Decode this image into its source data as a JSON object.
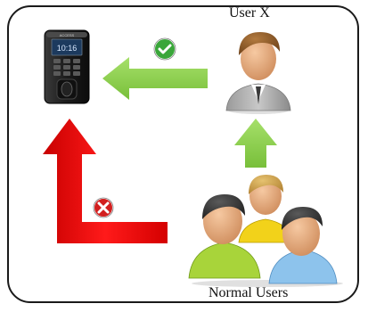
{
  "labels": {
    "special_user": "User X",
    "normal_users": "Normal Users"
  },
  "device": {
    "brand": "ACCESS",
    "screen_time": "10:16"
  },
  "colors": {
    "frame": "#1a1a1a",
    "allow_arrow": "#8fd14f",
    "deny_arrow": "#e01010",
    "allow_badge": "#3aa63a",
    "deny_badge": "#d21f1f"
  },
  "icons": {
    "allowed": "check-badge",
    "denied": "cross-badge"
  }
}
